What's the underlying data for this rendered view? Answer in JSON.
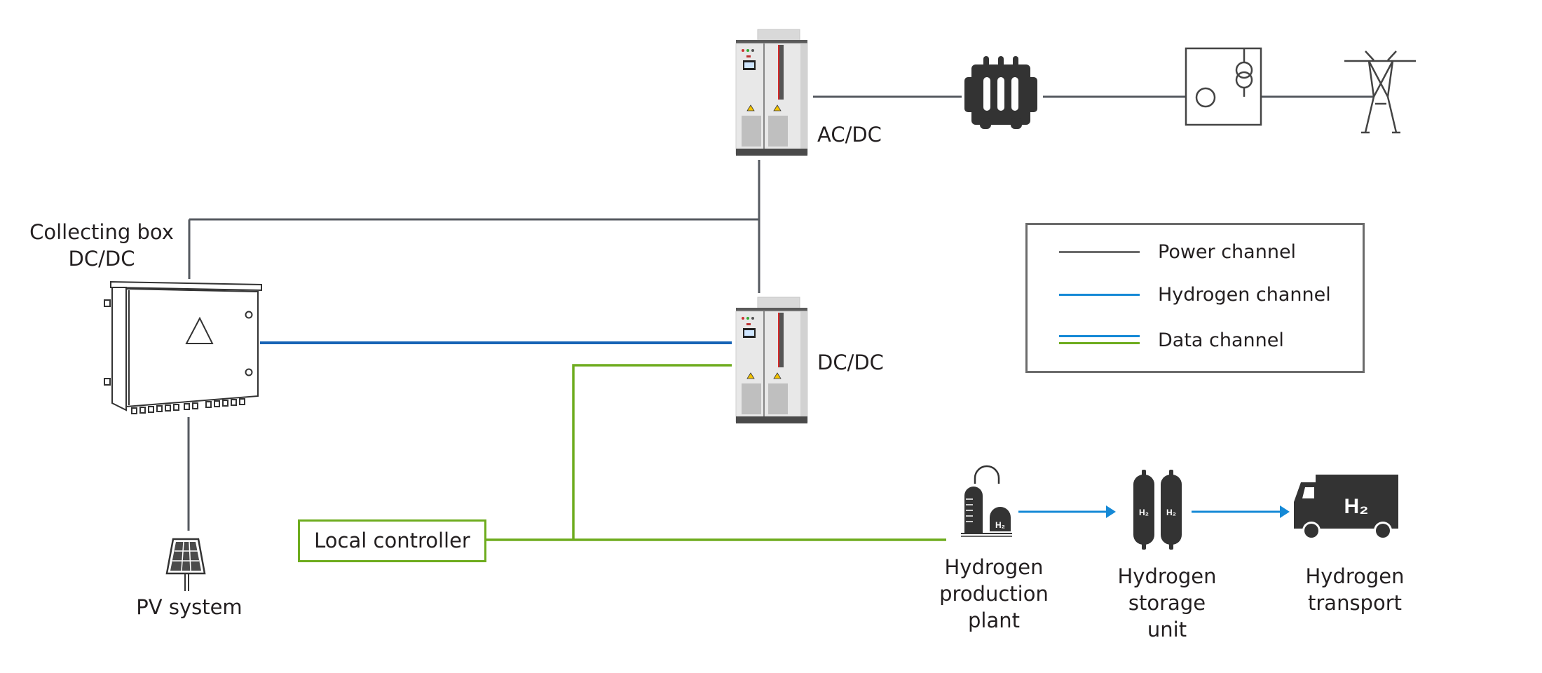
{
  "colors": {
    "power": "#555a60",
    "hydrogen": "#1589d6",
    "hydrogen_dark": "#1763b5",
    "data": "#6eac1e",
    "icon_dark": "#333333",
    "legend_border": "#6b6b6b"
  },
  "nodes": {
    "ac_dc": {
      "label": "AC/DC",
      "icon": "power-cabinet-icon"
    },
    "dc_dc": {
      "label": "DC/DC",
      "icon": "power-cabinet-icon"
    },
    "collecting_box": {
      "label_line1": "Collecting box",
      "label_line2": "DC/DC",
      "icon": "combiner-box-icon"
    },
    "pv_system": {
      "label": "PV system",
      "icon": "solar-panel-icon"
    },
    "local_controller": {
      "label": "Local controller"
    },
    "transformer": {
      "icon": "transformer-icon"
    },
    "substation": {
      "icon": "substation-icon"
    },
    "grid": {
      "icon": "transmission-tower-icon"
    },
    "h2_production": {
      "label_lines": [
        "Hydrogen",
        "production",
        "plant"
      ],
      "icon": "hydrogen-plant-icon",
      "badge": "H₂"
    },
    "h2_storage": {
      "label_lines": [
        "Hydrogen",
        "storage",
        "unit"
      ],
      "icon": "hydrogen-tank-icon",
      "badge": "H₂"
    },
    "h2_transport": {
      "label_lines": [
        "Hydrogen",
        "transport"
      ],
      "icon": "hydrogen-truck-icon",
      "badge": "H₂"
    }
  },
  "legend": {
    "items": [
      {
        "label": "Power channel",
        "type": "power"
      },
      {
        "label": "Hydrogen channel",
        "type": "hydrogen"
      },
      {
        "label": "Data channel",
        "type": "data"
      }
    ]
  }
}
